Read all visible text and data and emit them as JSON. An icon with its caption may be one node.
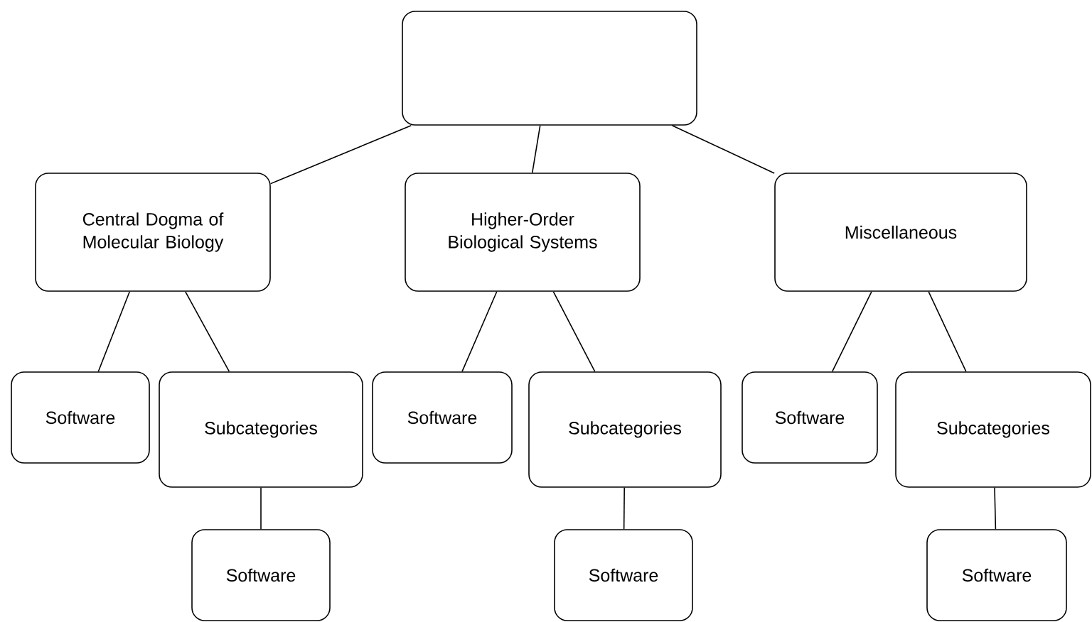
{
  "diagram": {
    "nodes": [
      {
        "text": [],
        "shape": "box"
      },
      {
        "text": [
          "Central Dogma of Molecular Biology"
        ]
      },
      {
        "text": [
          "Higher-Order Biological Systems"
        ]
      },
      {
        "text": [
          "Miscellaneous"
        ]
      },
      {
        "text": [
          "Software"
        ]
      },
      {
        "text": [
          "Subcategories"
        ]
      },
      {
        "text": [
          "Software"
        ]
      },
      {
        "text": [
          "Subcategories"
        ]
      },
      {
        "text": [
          "Software"
        ]
      },
      {
        "text": [
          "Subcategories"
        ]
      },
      {
        "text": [
          "Software"
        ]
      },
      {
        "text": [
          "Software"
        ]
      },
      {
        "text": [
          "Software"
        ]
      }
    ],
    "edges": [
      {
        "from": 0,
        "to": 1,
        "arrow": "none"
      },
      {
        "from": 0,
        "to": 2,
        "arrow": "none"
      },
      {
        "from": 0,
        "to": 3,
        "arrow": "none"
      },
      {
        "from": 1,
        "to": 4,
        "arrow": "none"
      },
      {
        "from": 1,
        "to": 5,
        "arrow": "none"
      },
      {
        "from": 2,
        "to": 6,
        "arrow": "none"
      },
      {
        "from": 2,
        "to": 7,
        "arrow": "none"
      },
      {
        "from": 3,
        "to": 8,
        "arrow": "none"
      },
      {
        "from": 3,
        "to": 9,
        "arrow": "none"
      },
      {
        "from": 5,
        "to": 10,
        "arrow": "none"
      },
      {
        "from": 7,
        "to": 11,
        "arrow": "none"
      },
      {
        "from": 9,
        "to": 12,
        "arrow": "none"
      }
    ]
  }
}
